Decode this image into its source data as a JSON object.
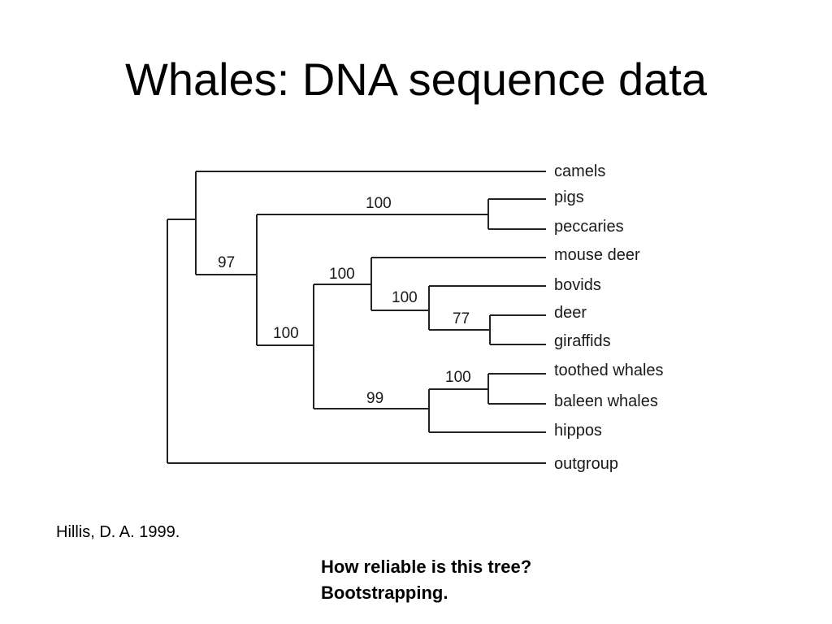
{
  "slide": {
    "title": "Whales: DNA sequence data",
    "citation": "Hillis, D. A. 1999.",
    "question_line1": "How reliable is this tree?",
    "question_line2": "Bootstrapping."
  },
  "tree": {
    "taxa": [
      "camels",
      "pigs",
      "peccaries",
      "mouse deer",
      "bovids",
      "deer",
      "giraffids",
      "toothed whales",
      "baleen whales",
      "hippos",
      "outgroup"
    ],
    "support_values": {
      "pigs_peccaries": "100",
      "ingroup_minus_camels": "97",
      "ruminants_whales_hippos": "100",
      "ruminants": "100",
      "bovids_deer_giraffids": "100",
      "deer_giraffids": "77",
      "whales_hippos": "99",
      "whales": "100"
    }
  }
}
